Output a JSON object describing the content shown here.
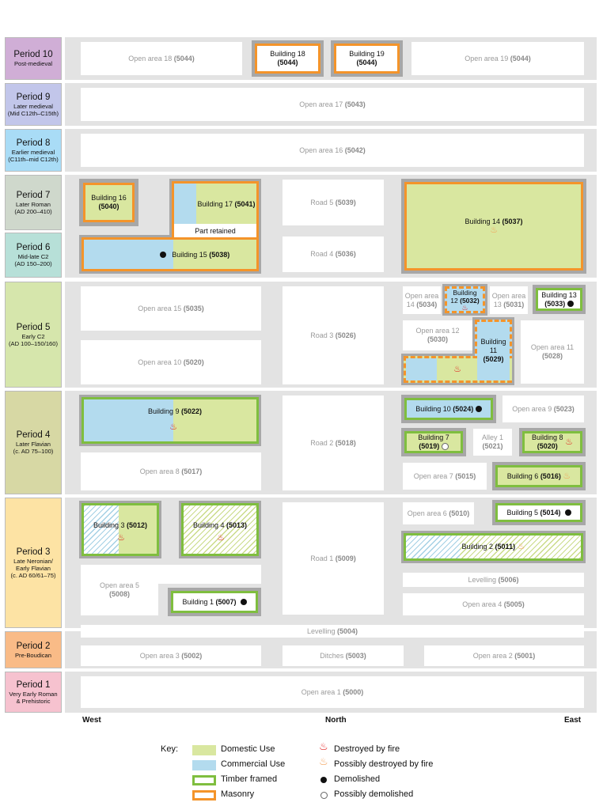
{
  "periods": [
    {
      "title": "Period 10",
      "sub": "Post-medieval",
      "color": "#d0aed6"
    },
    {
      "title": "Period 9",
      "sub": "Later medieval\n(Mid C12th–C15th)",
      "color": "#c2c6ea"
    },
    {
      "title": "Period 8",
      "sub": "Earlier medieval\n(C11th–mid C12th)",
      "color": "#a9dcf6"
    },
    {
      "title": "Period 7",
      "sub": "Later Roman\n(AD 200–410)",
      "color": "#cfd8cc"
    },
    {
      "title": "Period 6",
      "sub": "Mid-late C2\n(AD 150–200)",
      "color": "#b7e0d8"
    },
    {
      "title": "Period 5",
      "sub": "Early C2\n(AD 100–150/160)",
      "color": "#d6e6ac"
    },
    {
      "title": "Period 4",
      "sub": "Later Flavian\n(c. AD 75–100)",
      "color": "#d7d8a4"
    },
    {
      "title": "Period 3",
      "sub": "Late Neronian/\nEarly Flavian\n(c. AD 60/61–75)",
      "color": "#fde3a4"
    },
    {
      "title": "Period 2",
      "sub": "Pre-Boudican",
      "color": "#f9bb87"
    },
    {
      "title": "Period 1",
      "sub": "Very Early Roman\n& Prehistoric",
      "color": "#f6c2cf"
    }
  ],
  "open": {
    "oa18": "Open area 18 ",
    "oa18n": "(5044)",
    "oa19": "Open area 19 ",
    "oa19n": "(5044)",
    "oa17": "Open area 17 ",
    "oa17n": "(5043)",
    "oa16": "Open area 16 ",
    "oa16n": "(5042)",
    "road5": "Road 5 ",
    "road5n": "(5039)",
    "road4": "Road 4 ",
    "road4n": "(5036)",
    "oa15": "Open area 15 ",
    "oa15n": "(5035)",
    "oa10": "Open area 10 ",
    "oa10n": "(5020)",
    "road3": "Road 3 ",
    "road3n": "(5026)",
    "oa14": "Open area\n14 ",
    "oa14n": "(5034)",
    "oa13": "Open area\n13 ",
    "oa13n": "(5031)",
    "oa12": "Open area 12\n",
    "oa12n": "(5030)",
    "oa11": "Open area 11\n",
    "oa11n": "(5028)",
    "oa9": "Open area 9 ",
    "oa9n": "(5023)",
    "alley1": "Alley 1\n",
    "alley1n": "(5021)",
    "oa8": "Open area 8 ",
    "oa8n": "(5017)",
    "oa7": "Open area 7 ",
    "oa7n": "(5015)",
    "road2": "Road 2 ",
    "road2n": "(5018)",
    "oa6": "Open area 6 ",
    "oa6n": "(5010)",
    "road1": "Road 1 ",
    "road1n": "(5009)",
    "oa5": "Open area 5\n",
    "oa5n": "(5008)",
    "lev6": "Levelling ",
    "lev6n": "(5006)",
    "oa4": "Open area 4 ",
    "oa4n": "(5005)",
    "lev4": "Levelling ",
    "lev4n": "(5004)",
    "oa3": "Open area 3 ",
    "oa3n": "(5002)",
    "ditches": "Ditches ",
    "ditchesn": "(5003)",
    "oa2": "Open area 2 ",
    "oa2n": "(5001)",
    "oa1": "Open area 1 ",
    "oa1n": "(5000)"
  },
  "buildings": {
    "b18": "Building 18",
    "b18n": "(5044)",
    "b19": "Building 19",
    "b19n": "(5044)",
    "b16": "Building 16",
    "b16n": "(5040)",
    "b17": "Building 17 ",
    "b17n": "(5041)",
    "part": "Part retained",
    "b15": "Building 15 ",
    "b15n": "(5038)",
    "b14": "Building 14 ",
    "b14n": "(5037)",
    "b12": "Building\n12 ",
    "b12n": "(5032)",
    "b13": "Building 13\n",
    "b13n": "(5033)",
    "b11": "Building\n11\n",
    "b11n": "(5029)",
    "b9": "Building 9 ",
    "b9n": "(5022)",
    "b10": "Building 10 ",
    "b10n": "(5024)",
    "b7": "Building 7\n",
    "b7n": "(5019)",
    "b8": "Building 8\n",
    "b8n": "(5020)",
    "b6": "Building 6 ",
    "b6n": "(5016)",
    "b3": "Building 3 ",
    "b3n": "(5012)",
    "b4": "Building 4 ",
    "b4n": "(5013)",
    "b5": "Building 5 ",
    "b5n": "(5014)",
    "b2": "Building 2 ",
    "b2n": "(5011)",
    "b1": "Building 1 ",
    "b1n": "(5007)"
  },
  "axis": {
    "west": "West",
    "north": "North",
    "east": "East"
  },
  "key": {
    "title": "Key:",
    "domestic": "Domestic Use",
    "commercial": "Commercial Use",
    "timber": "Timber framed",
    "masonry": "Masonry",
    "fire": "Destroyed by fire",
    "pfire": "Possibly destroyed by fire",
    "demolished": "Demolished",
    "pdemolished": "Possibly demolished"
  },
  "colors": {
    "domestic": "#d9e7a0",
    "commercial": "#b3dbee",
    "timber": "#7fbe3f",
    "masonry": "#f4942a",
    "ground": "#e3e3e3"
  }
}
